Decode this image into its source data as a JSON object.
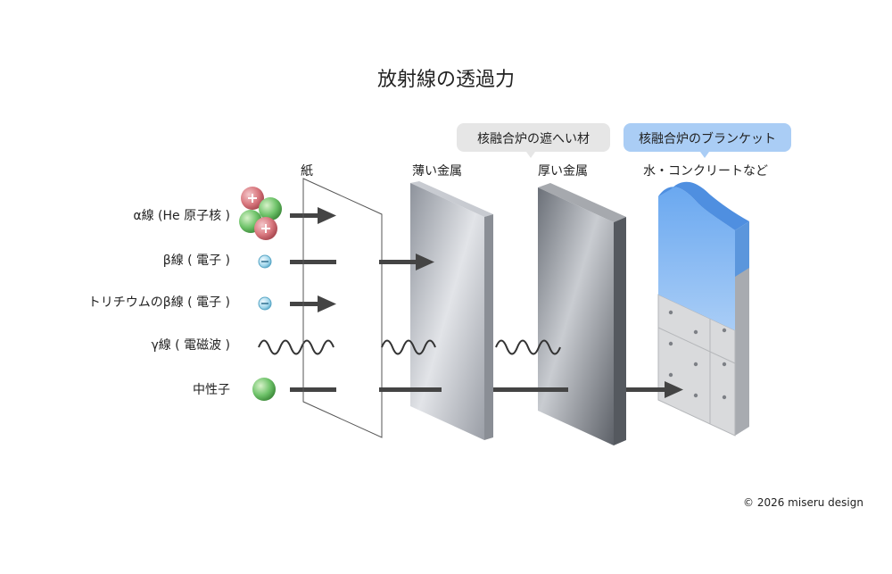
{
  "title": "放射線の透過力",
  "barriers": {
    "paper": "紙",
    "thin_metal": "薄い金属",
    "thick_metal": "厚い金属",
    "water_concrete": "水・コンクリートなど"
  },
  "callouts": {
    "shield_material": "核融合炉の遮へい材",
    "blanket": "核融合炉のブランケット"
  },
  "radiation": {
    "alpha": "α線 (He 原子核 )",
    "beta": "β線 ( 電子 )",
    "tritium_beta": "トリチウムのβ線 ( 電子 )",
    "gamma": "γ線 ( 電磁波 )",
    "neutron": "中性子"
  },
  "credit": "© 2026 miseru design",
  "colors": {
    "arrow": "#444444",
    "alpha_particle": "#d9787f",
    "neutron_particle": "#6fc36a",
    "electron": "#7ec8e3",
    "water": "#8cbcf2",
    "callout_gray": "#e6e6e6",
    "callout_blue": "#aacdf5"
  }
}
